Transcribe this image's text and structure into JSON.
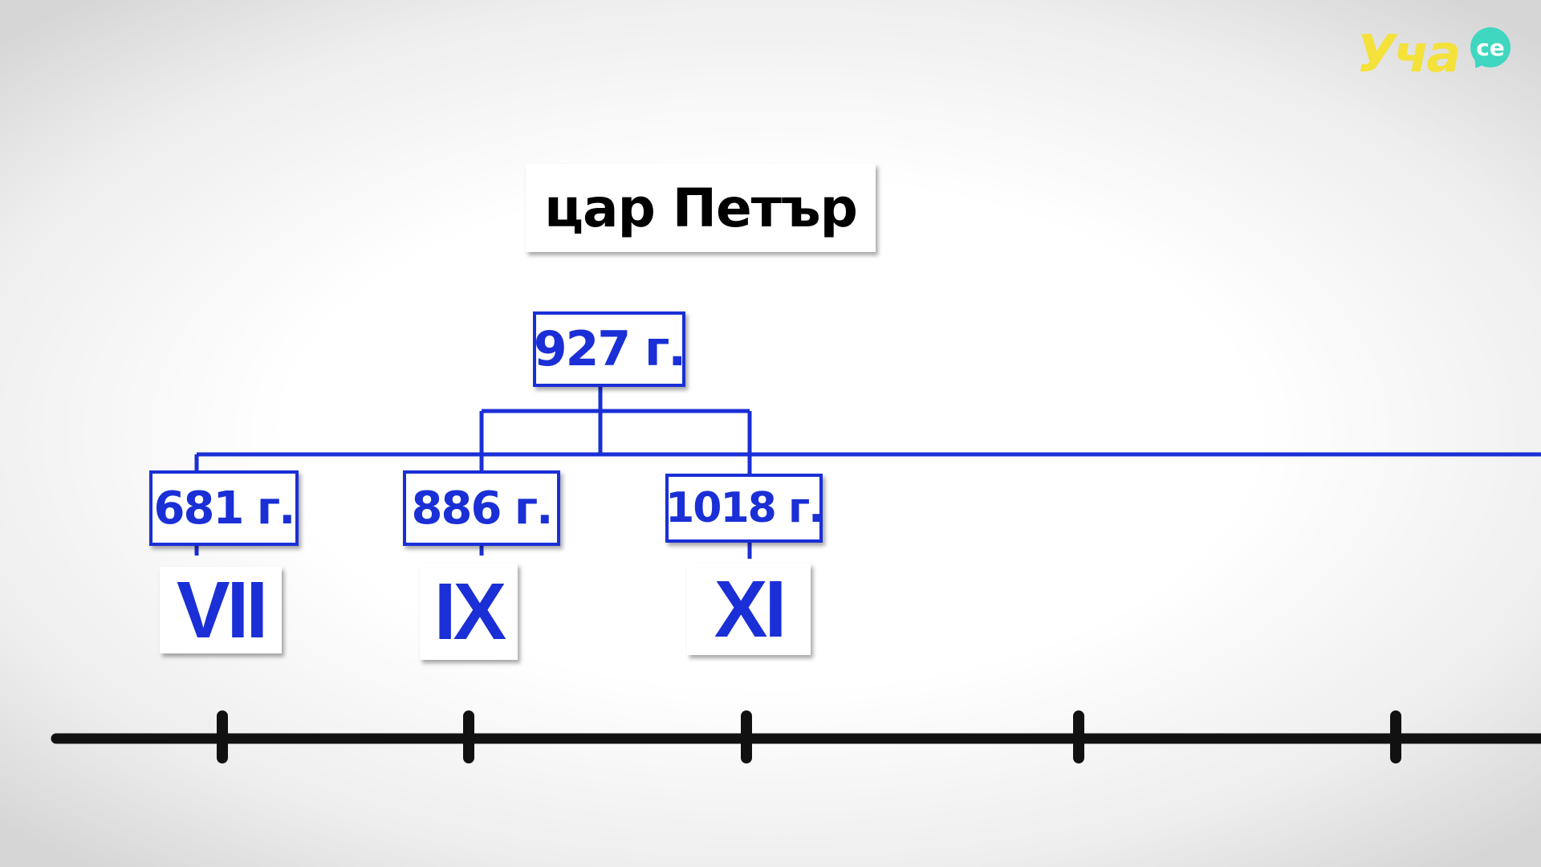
{
  "title": "цар Петър",
  "years": {
    "root": "927 г.",
    "y681": "681 г.",
    "y886": "886 г.",
    "y1018": "1018 г."
  },
  "centuries": {
    "c7": "VII",
    "c9": "IX",
    "c11": "XI"
  },
  "logo": {
    "main": "Уча",
    "bubble": "се"
  },
  "colors": {
    "accent_blue": "#1a2fd6",
    "timeline": "#111111",
    "logo_yellow": "#f4e13a",
    "logo_teal": "#3fd7c0"
  }
}
